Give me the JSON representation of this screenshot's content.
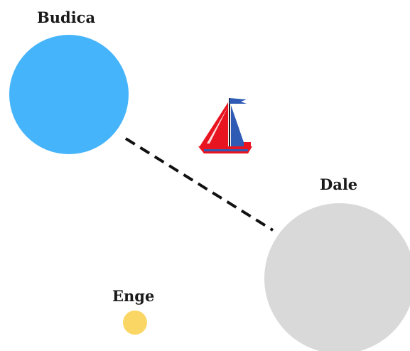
{
  "planets": [
    {
      "id": "budica",
      "name": "Budica",
      "color": "#45b4fb"
    },
    {
      "id": "dale",
      "name": "Dale",
      "color": "#d9d9d9"
    },
    {
      "id": "enge",
      "name": "Enge",
      "color": "#fad764"
    }
  ],
  "route": {
    "from": "Budica",
    "to": "Dale",
    "style": "dashed",
    "color": "#111111"
  },
  "ship": {
    "icon": "sailboat-icon",
    "sail_colors": [
      "#e8141f",
      "#2f5bb5"
    ],
    "hull_color": "#e8141f"
  }
}
